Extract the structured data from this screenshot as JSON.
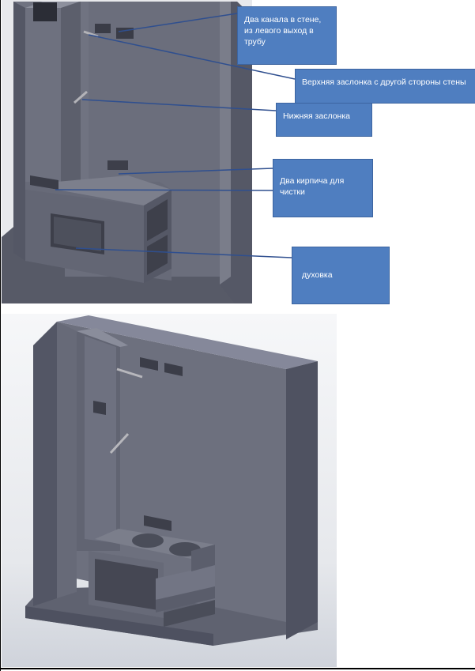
{
  "callouts": {
    "two_channels": "Два канала в стене, из левого выход в трубу",
    "upper_damper": "Верхняя заслонка с другой стороны стены",
    "lower_damper": "Нижняя заслонка",
    "two_bricks": "Два кирпича для чистки",
    "oven": "духовка"
  },
  "colors": {
    "callout_fill": "#4f7ec0",
    "model_face": "#6b6e7c",
    "model_shadow": "#4d505d",
    "model_highlight": "#8d909d",
    "leader_line": "#2f4f8f"
  }
}
